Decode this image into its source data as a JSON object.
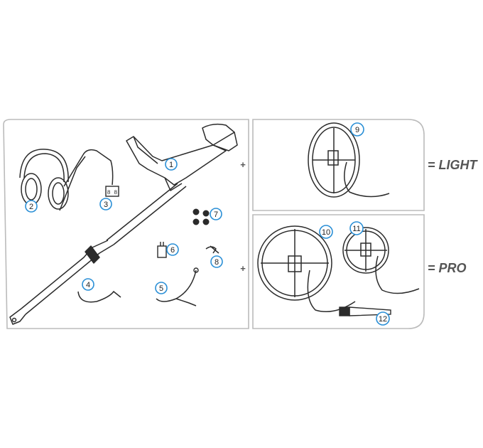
{
  "colors": {
    "frame": "#bbbbbb",
    "line": "#2b2b2b",
    "callout": "#2a8fd6",
    "equals_text": "#555555"
  },
  "callouts": [
    {
      "number": "1",
      "part": "detector-shaft"
    },
    {
      "number": "2",
      "part": "headphones"
    },
    {
      "number": "3",
      "part": "headphone-adapter"
    },
    {
      "number": "4",
      "part": "cable-a"
    },
    {
      "number": "5",
      "part": "cable-b"
    },
    {
      "number": "6",
      "part": "charger"
    },
    {
      "number": "7",
      "part": "washers"
    },
    {
      "number": "8",
      "part": "clip"
    },
    {
      "number": "9",
      "part": "coil-light"
    },
    {
      "number": "10",
      "part": "coil-large-pro"
    },
    {
      "number": "11",
      "part": "coil-small-pro"
    },
    {
      "number": "12",
      "part": "pinpointer"
    }
  ],
  "adapter_text": "8 8",
  "plus_signs": [
    "+",
    "+"
  ],
  "packages": {
    "light": "= LIGHT",
    "pro": "= PRO"
  }
}
